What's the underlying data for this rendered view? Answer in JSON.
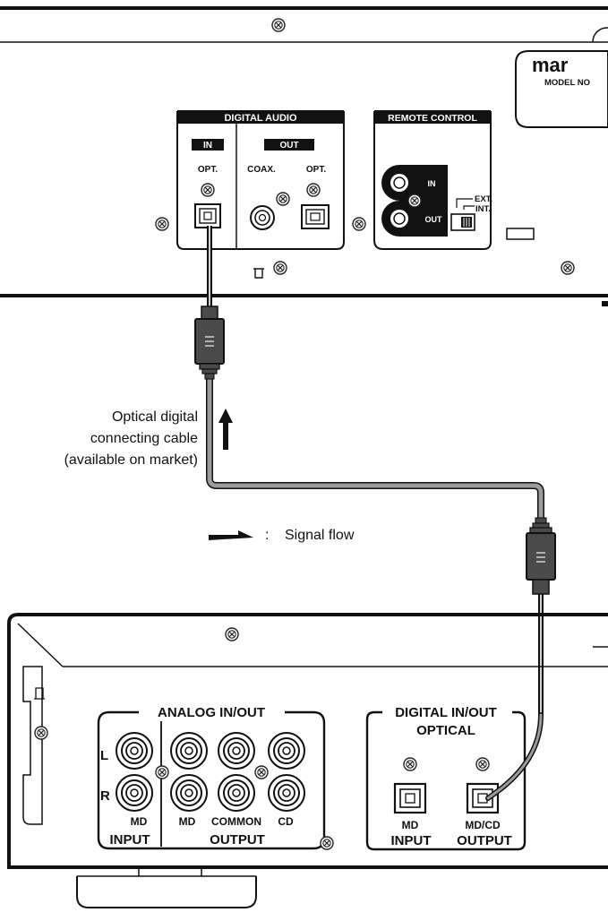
{
  "top_unit": {
    "brand_fragment": "mar",
    "model_fragment": "MODEL NO",
    "digital_audio": {
      "header": "DIGITAL AUDIO",
      "in_label": "IN",
      "out_label": "OUT",
      "in_opt": "OPT.",
      "out_coax": "COAX.",
      "out_opt": "OPT."
    },
    "remote_control": {
      "header": "REMOTE CONTROL",
      "in_label": "IN",
      "out_label": "OUT",
      "ext_label": "EXT.",
      "int_label": "INT."
    }
  },
  "cable": {
    "description_lines": [
      "Optical digital",
      "connecting cable",
      "(available on market)"
    ]
  },
  "legend": {
    "colon": ":",
    "signal_flow": "Signal flow"
  },
  "bottom_unit": {
    "analog": {
      "header": "ANALOG IN/OUT",
      "row_l": "L",
      "row_r": "R",
      "md_input": "MD",
      "md_output": "MD",
      "common_output": "COMMON",
      "cd_output": "CD",
      "input_label": "INPUT",
      "output_label": "OUTPUT"
    },
    "digital": {
      "header": "DIGITAL IN/OUT",
      "sub_header": "OPTICAL",
      "md_label": "MD",
      "mdcd_label": "MD/CD",
      "input_label": "INPUT",
      "output_label": "OUTPUT"
    }
  }
}
